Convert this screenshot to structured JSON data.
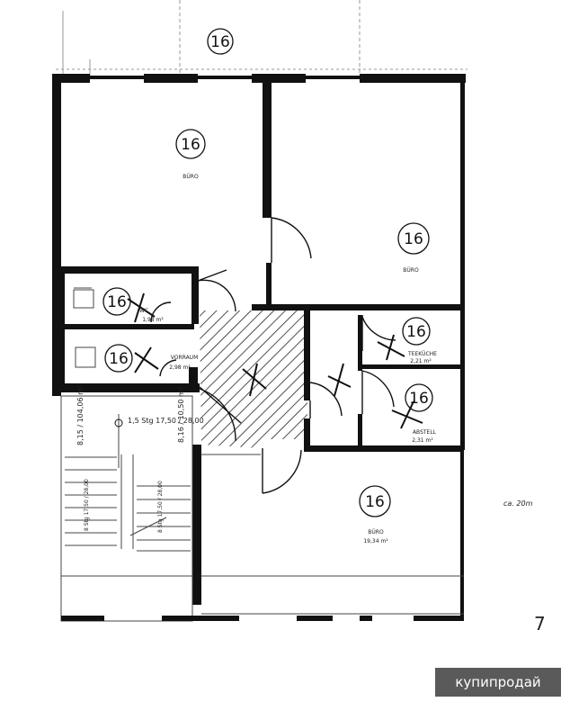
{
  "plan": {
    "top_marker": "16",
    "rooms": [
      {
        "id": "buro-nw",
        "number": "16",
        "name": "BÜRO",
        "area": ""
      },
      {
        "id": "buro-ne",
        "number": "16",
        "name": "BÜRO",
        "area": ""
      },
      {
        "id": "wc",
        "number": "16",
        "name": "WC",
        "area": "1,98 m²"
      },
      {
        "id": "vorraum",
        "number": "16",
        "name": "VORRAUM",
        "area": "2,98 m²"
      },
      {
        "id": "teekuche",
        "number": "16",
        "name": "TEEKÜCHE",
        "area": "2,21 m²"
      },
      {
        "id": "abstell",
        "number": "16",
        "name": "ABSTELL",
        "area": "2,31 m²"
      },
      {
        "id": "buro-s",
        "number": "16",
        "name": "BÜRO",
        "area": "19,34 m²"
      }
    ],
    "stair_labels": {
      "left_rotated": "8,15 / 104,06 m²",
      "landing": "1,5 Stg  17,50 / 28,00",
      "mid_rotated": "8,16 / 10,50 m²",
      "stair_a": "8 Stg  17,50 / 28,00",
      "stair_b": "8 Stg  17,50 / 28,00"
    },
    "margin_notes": {
      "right_note": "ca. 20m",
      "corner_number": "7"
    }
  },
  "watermark": {
    "text": "купипродай"
  }
}
